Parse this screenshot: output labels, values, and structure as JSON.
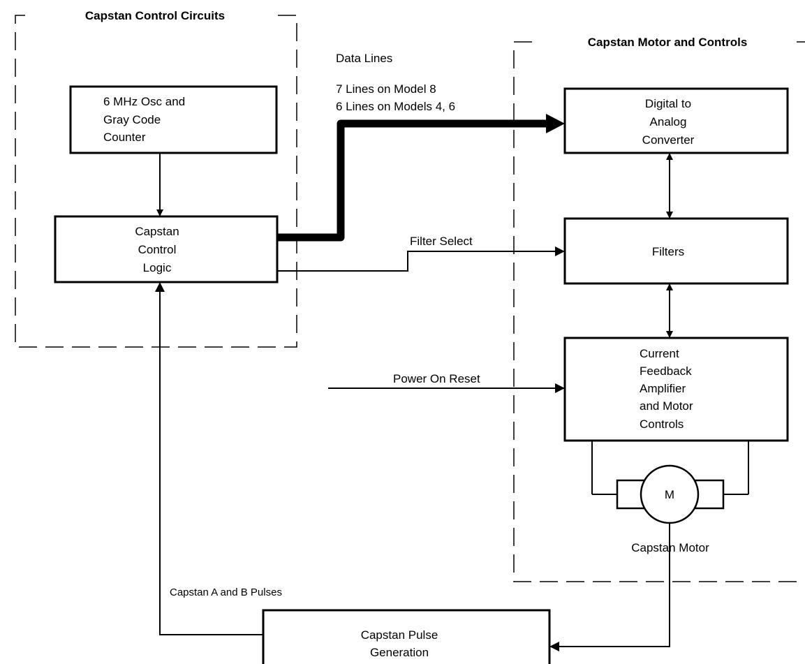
{
  "groups": {
    "control_circuits": "Capstan Control Circuits",
    "motor_and_controls": "Capstan Motor and Controls"
  },
  "blocks": {
    "oscillator": [
      "6 MHz Osc and",
      "Gray Code",
      "Counter"
    ],
    "control_logic": [
      "Capstan",
      "Control",
      "Logic"
    ],
    "dac": [
      "Digital to",
      "Analog",
      "Converter"
    ],
    "filters": [
      "Filters"
    ],
    "amplifier": [
      "Current",
      "Feedback",
      "Amplifier",
      "and Motor",
      "Controls"
    ],
    "pulse_generation": [
      "Capstan Pulse",
      "Generation"
    ]
  },
  "motor": {
    "symbol": "M",
    "label": "Capstan Motor"
  },
  "signals": {
    "data_lines": "Data Lines",
    "data_lines_model8": "7 Lines on Model 8",
    "data_lines_models46": "6 Lines on Models 4, 6",
    "filter_select": "Filter Select",
    "power_on_reset": "Power On Reset",
    "pulses": "Capstan A and B Pulses"
  }
}
